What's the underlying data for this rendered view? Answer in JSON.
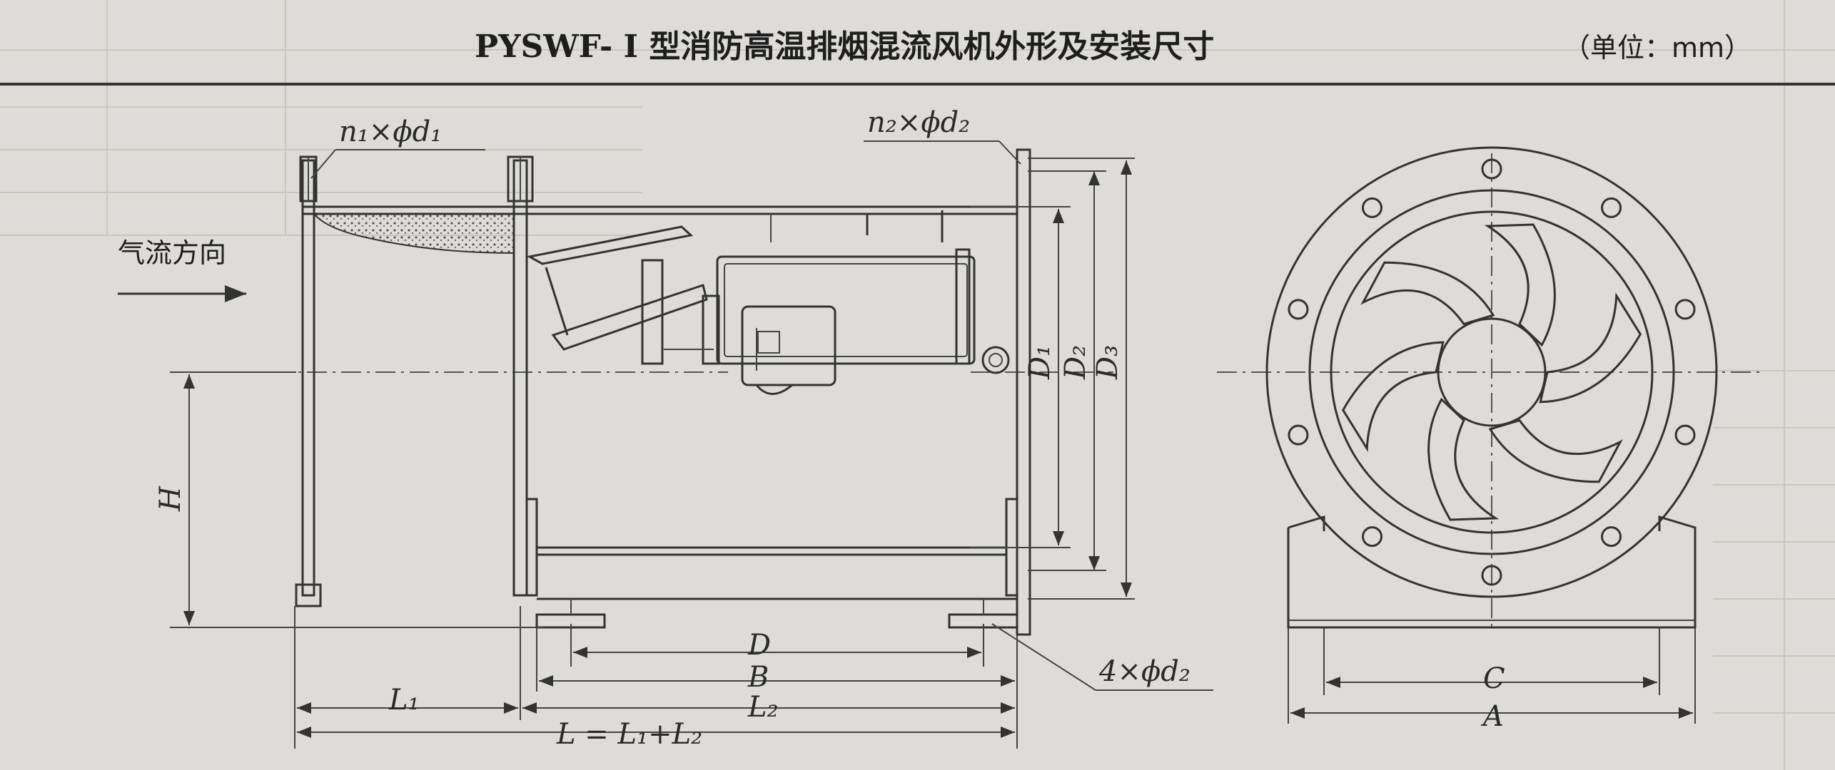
{
  "title": "PYSWF- I 型消防高温排烟混流风机外形及安装尺寸",
  "unit_note": "（单位：mm）",
  "airflow_label": "气流方向",
  "labels": {
    "n1d1": "n₁×ϕd₁",
    "n2d2": "n₂×ϕd₂",
    "foot_holes": "4×ϕd₂",
    "H": "H",
    "D": "D",
    "B": "B",
    "L1": "L₁",
    "L2": "L₂",
    "L_formula": "L = L₁+L₂",
    "D1": "D₁",
    "D2": "D₂",
    "D3": "D₃",
    "C": "C",
    "A": "A"
  },
  "end_view": {
    "bolt_holes_visible": 10,
    "impeller_blades": 6
  }
}
